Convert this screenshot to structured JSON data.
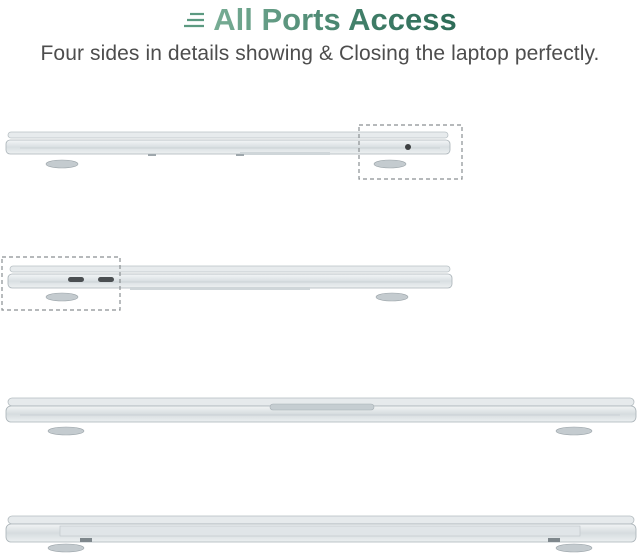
{
  "header": {
    "title": "All Ports Access",
    "subtitle": "Four sides in details showing & Closing the laptop perfectly.",
    "icon": "menu-lines-icon",
    "accent_color": "#4a8a72",
    "subtitle_color": "#4d4d4d"
  },
  "views": [
    {
      "name": "side-view-right"
    },
    {
      "name": "side-view-left"
    },
    {
      "name": "front-view"
    },
    {
      "name": "back-view"
    }
  ]
}
